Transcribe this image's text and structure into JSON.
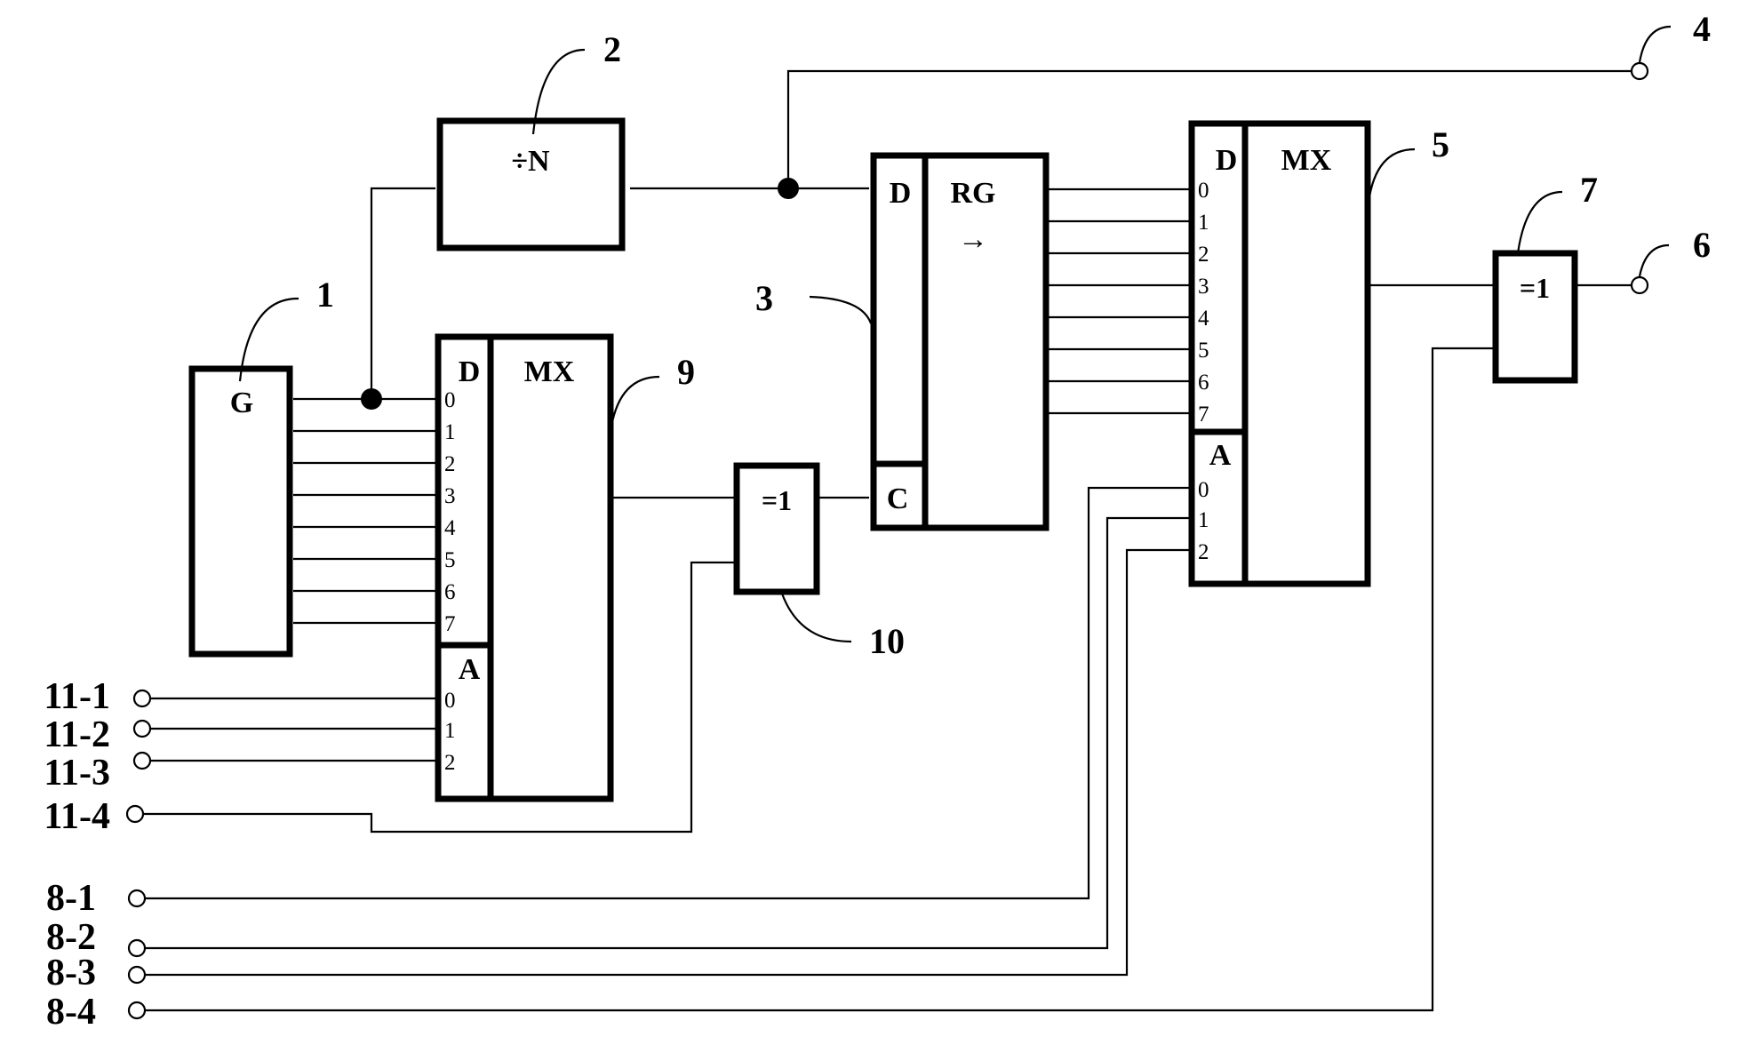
{
  "blocks": {
    "generator": {
      "label": "G",
      "number": "1"
    },
    "divider": {
      "label": "÷N",
      "number": "2"
    },
    "register": {
      "data_label": "D",
      "title": "RG",
      "arrow": "→",
      "clock_label": "C",
      "number": "3"
    },
    "mux_out": {
      "data_label": "D",
      "title": "MX",
      "addr_label": "A",
      "data_pins": [
        "0",
        "1",
        "2",
        "3",
        "4",
        "5",
        "6",
        "7"
      ],
      "addr_pins": [
        "0",
        "1",
        "2"
      ],
      "number": "5"
    },
    "xor_out": {
      "label": "=1",
      "number": "7"
    },
    "mux_in": {
      "data_label": "D",
      "title": "MX",
      "addr_label": "A",
      "data_pins": [
        "0",
        "1",
        "2",
        "3",
        "4",
        "5",
        "6",
        "7"
      ],
      "addr_pins": [
        "0",
        "1",
        "2"
      ],
      "number": "9"
    },
    "xor_in": {
      "label": "=1",
      "number": "10"
    }
  },
  "terminals": {
    "out_4": "4",
    "out_6": "6",
    "in_11": [
      "11-1",
      "11-2",
      "11-3",
      "11-4"
    ],
    "in_8": [
      "8-1",
      "8-2",
      "8-3",
      "8-4"
    ]
  }
}
